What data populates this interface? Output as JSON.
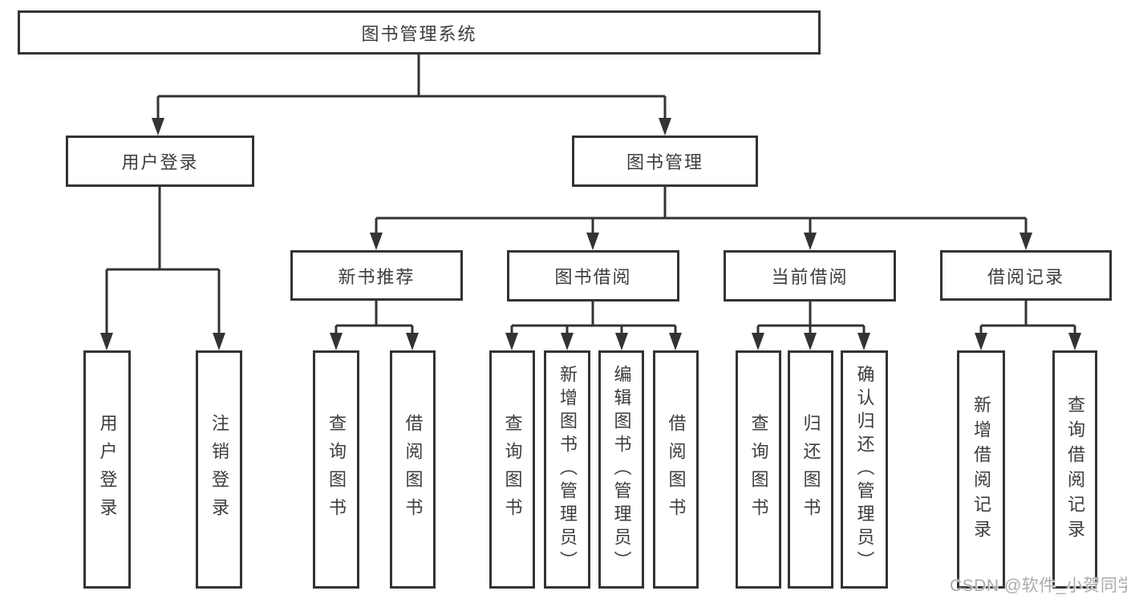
{
  "colors": {
    "line": "#333333",
    "box_border": "#333333",
    "text": "#3d3d3d",
    "background": "#ffffff",
    "watermark": "#ababab"
  },
  "tree": {
    "root": {
      "label": "图书管理系统"
    },
    "branches": [
      {
        "label": "用户登录",
        "children": [
          {
            "label": "用户登录"
          },
          {
            "label": "注销登录"
          }
        ]
      },
      {
        "label": "图书管理",
        "sections": [
          {
            "label": "新书推荐",
            "children": [
              {
                "label": "查询图书"
              },
              {
                "label": "借阅图书"
              }
            ]
          },
          {
            "label": "图书借阅",
            "children": [
              {
                "label": "查询图书"
              },
              {
                "label": "新增图书（管理员）"
              },
              {
                "label": "编辑图书（管理员）"
              },
              {
                "label": "借阅图书"
              }
            ]
          },
          {
            "label": "当前借阅",
            "children": [
              {
                "label": "查询图书"
              },
              {
                "label": "归还图书"
              },
              {
                "label": "确认归还（管理员）"
              }
            ]
          },
          {
            "label": "借阅记录",
            "children": [
              {
                "label": "新增借阅记录"
              },
              {
                "label": "查询借阅记录"
              }
            ]
          }
        ]
      }
    ]
  },
  "watermark": {
    "text": "CSDN @软件_小贺同学"
  }
}
